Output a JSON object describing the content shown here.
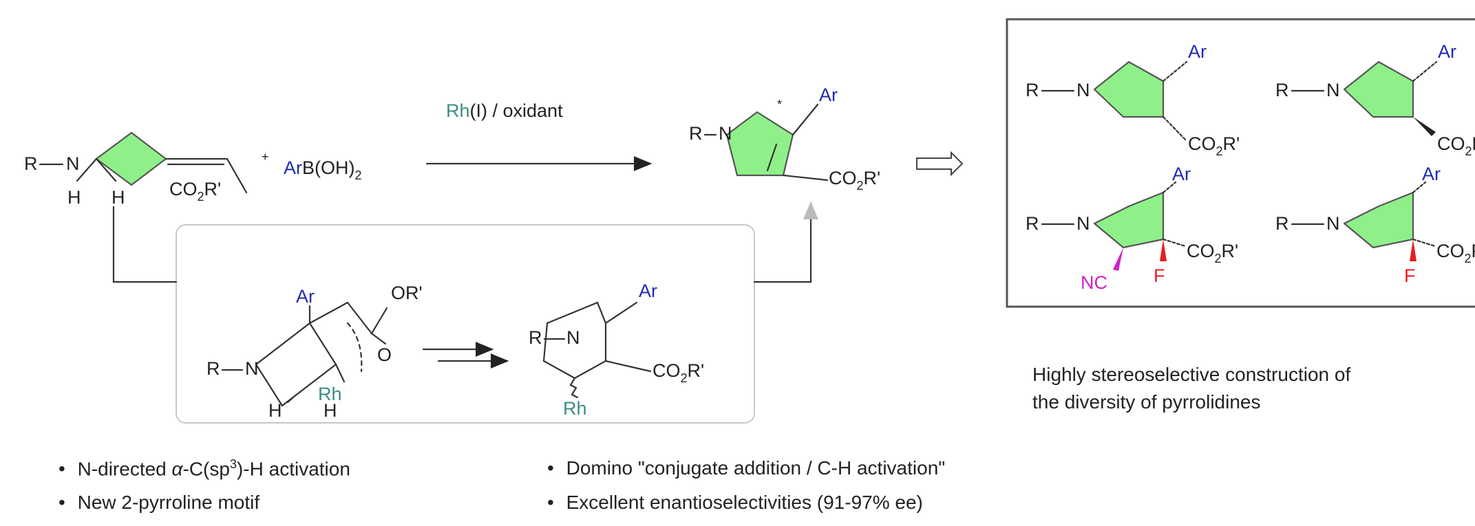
{
  "reagent": {
    "aryl": "Ar",
    "boronic": "B(OH)",
    "subscript": "2",
    "plus": "+"
  },
  "conditions": {
    "metal": "Rh",
    "rest": "(I) / oxidant"
  },
  "labels": {
    "R": "R",
    "N": "N",
    "H": "H",
    "Ar": "Ar",
    "Rh": "Rh",
    "O": "O",
    "OR": "OR'",
    "CO": "CO",
    "two": "2",
    "Rp": "R'",
    "F": "F",
    "NC": "NC",
    "star": "*"
  },
  "summary": {
    "line1": "Highly stereoselective construction of",
    "line2": "the diversity of pyrrolidines"
  },
  "bullets": {
    "b1_pre": "N-directed ",
    "b1_alpha": "α",
    "b1_mid": "-C(sp",
    "b1_sup": "3",
    "b1_post": ")-H activation",
    "b2": "New 2-pyrroline motif",
    "b3": "Domino \"conjugate addition / C-H activation\"",
    "b4": "Excellent enantioselectivities (91-97% ee)"
  },
  "colors": {
    "ring_fill": "#8ff08a",
    "aryl_blue": "#1f2bb0",
    "rh_teal": "#3c8c86",
    "fluoro_red": "#e31f1f",
    "cyano_magenta": "#d21fc8"
  }
}
